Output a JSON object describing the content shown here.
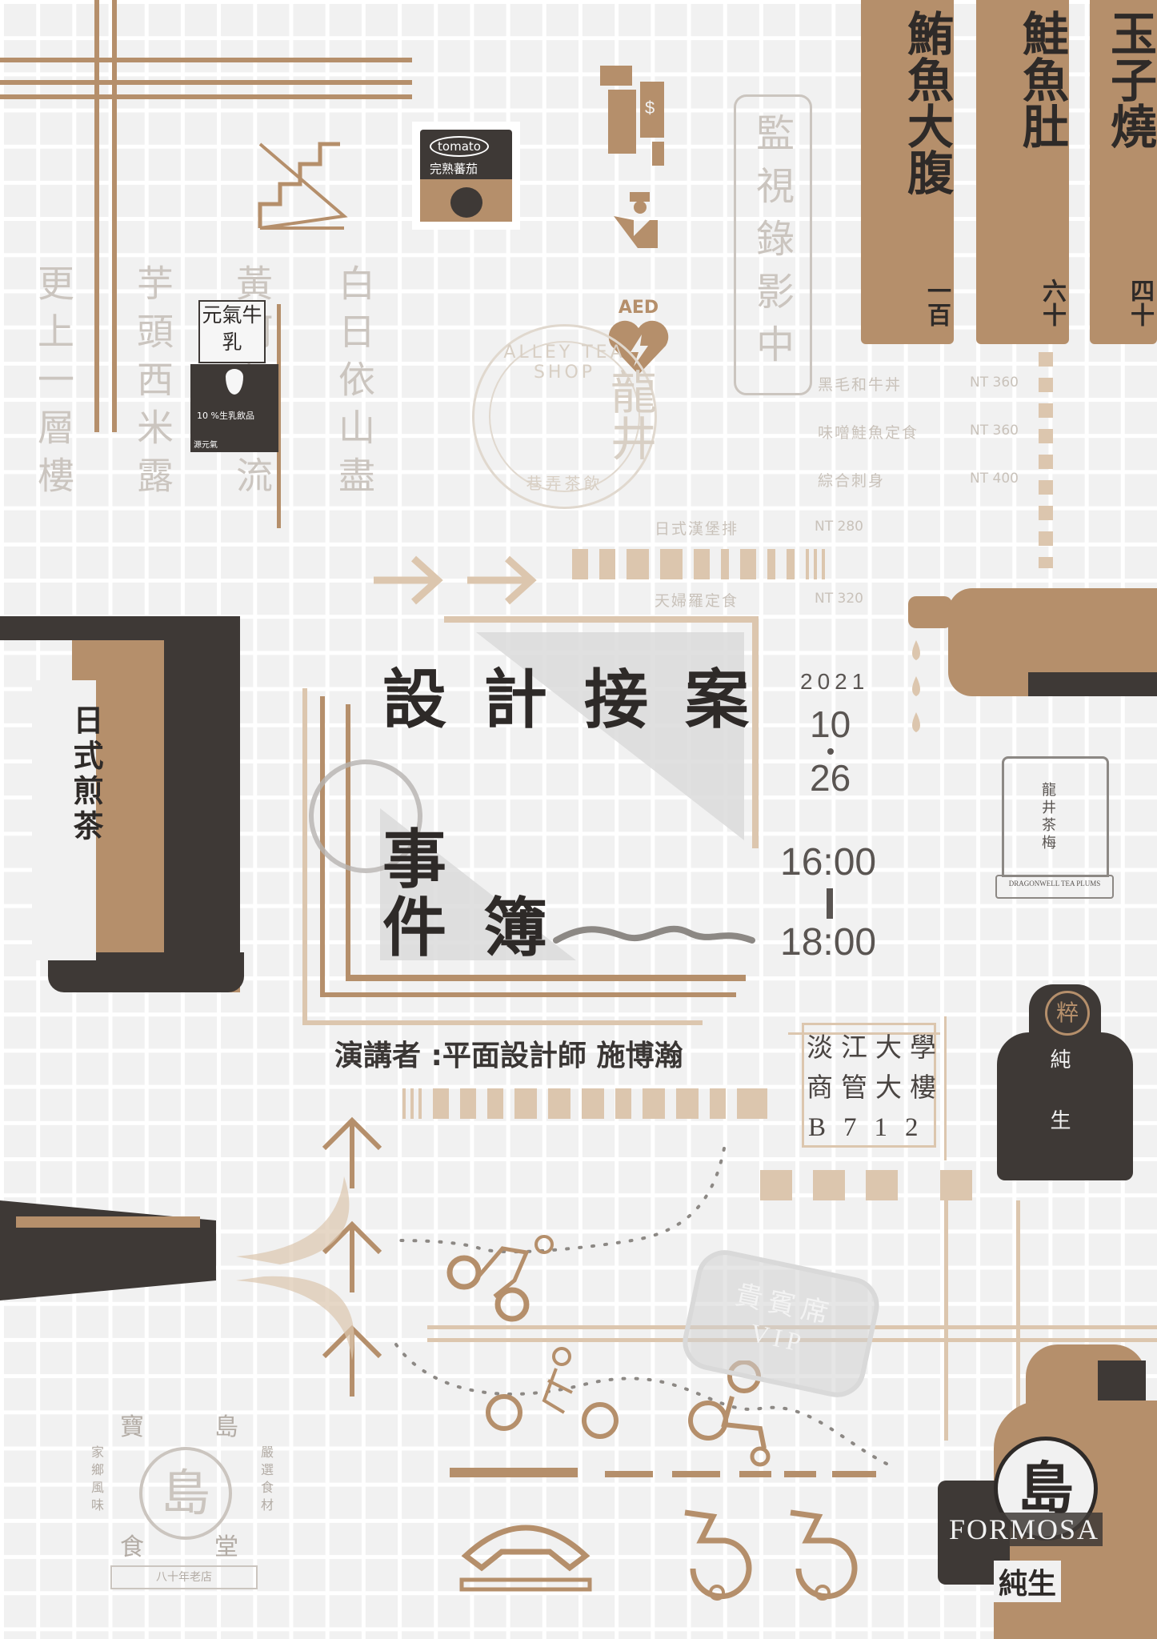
{
  "banners": [
    {
      "name": "鮪魚大腹",
      "price": "一百"
    },
    {
      "name": "鮭魚肚",
      "price": "六十"
    },
    {
      "name": "玉子燒",
      "price": "四十"
    }
  ],
  "poetry": [
    "白日依山盡",
    "黃河入海流",
    "芋頭西米露",
    "更上一層樓"
  ],
  "cctv": "監視錄影中",
  "menu": [
    {
      "item": "黑毛和牛丼",
      "price": "NT 360"
    },
    {
      "item": "味噌鮭魚定食",
      "price": "NT 360"
    },
    {
      "item": "綜合刺身",
      "price": "NT 400"
    },
    {
      "item": "日式漢堡排",
      "price": "NT 280"
    },
    {
      "item": "天婦羅定食",
      "price": "NT 320"
    }
  ],
  "aed": "AED",
  "tomato": {
    "brand": "tomato",
    "name": "完熟蕃茄"
  },
  "milk": {
    "top": "元氣牛乳",
    "bottom": "10 %生乳飲品",
    "corner": "源元氣"
  },
  "stamp_tea": {
    "ring": "ALLEY TEA SHOP",
    "center": "龍井",
    "bottom": "巷弄茶飲"
  },
  "sencha": "日式煎茶",
  "title_main": "設計接案",
  "title_sub1": "事",
  "title_sub2": "件簿",
  "date": {
    "year": "2021",
    "month": "10",
    "day": "26"
  },
  "time": {
    "start": "16:00",
    "end": "18:00"
  },
  "speaker": "演講者 :平面設計師 施博瀚",
  "venue": [
    "淡江大學",
    "商管大樓",
    "B712"
  ],
  "dragonwell": {
    "center": "龍井茶梅",
    "english": "DRAGONWELL TEA PLUMS"
  },
  "pure": {
    "badge": "粹",
    "label": "純 生"
  },
  "vip": {
    "line1": "貴賓席",
    "line2": "VIP"
  },
  "island_stamp": {
    "center": "島",
    "top_left": "寶",
    "top_right": "島",
    "bottom_left": "食",
    "bottom_right": "堂",
    "left": "家鄉風味",
    "right": "嚴選食材",
    "bottom_tag": "八十年老店"
  },
  "formosa": {
    "char": "島",
    "text": "FORMOSA",
    "label": "純生"
  },
  "colors": {
    "tan": "#b58f6b",
    "dark": "#3e3936",
    "light_tan": "#dcc6ae",
    "bg": "#f1f1f1"
  }
}
